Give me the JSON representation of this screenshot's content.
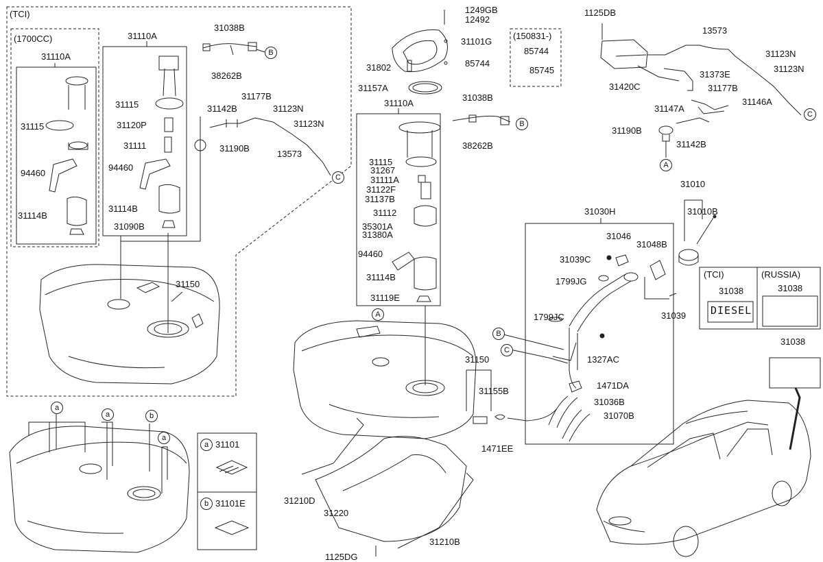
{
  "groups": {
    "tci": "(TCI)",
    "cc1700": "(1700CC)",
    "date_note": "(150831-)",
    "tci2": "(TCI)",
    "russia": "(RUSSIA)"
  },
  "callouts": {
    "B": "B",
    "C": "C",
    "A": "A",
    "a": "a",
    "b": "b"
  },
  "labels": {
    "p31110A_1": "31110A",
    "p31115_1": "31115",
    "p94460_1": "94460",
    "p31114B_1": "31114B",
    "p31110A_2": "31110A",
    "p31038B_1": "31038B",
    "p38262B_1": "38262B",
    "p31115_2": "31115",
    "p31120P": "31120P",
    "p31111": "31111",
    "p94460_2": "94460",
    "p31114B_2": "31114B",
    "p31090B": "31090B",
    "p31177B_1": "31177B",
    "p31142B_1": "31142B",
    "p31123N_1": "31123N",
    "p31123N_2": "31123N",
    "p31190B_1": "31190B",
    "p13573_1": "13573",
    "p31150_1": "31150",
    "p1249GB": "1249GB",
    "p12492": "12492",
    "p31101G": "31101G",
    "p31802": "31802",
    "p85744_1": "85744",
    "p31157A": "31157A",
    "p85744_2": "85744",
    "p85745": "85745",
    "p31110A_3": "31110A",
    "p31038B_2": "31038B",
    "p38262B_2": "38262B",
    "p31115_3": "31115",
    "p31267": "31267",
    "p31111A": "31111A",
    "p31122F": "31122F",
    "p31137B": "31137B",
    "p31112": "31112",
    "p35301A": "35301A",
    "p31380A": "31380A",
    "p94460_3": "94460",
    "p31114B_3": "31114B",
    "p31119E": "31119E",
    "p1125DB": "1125DB",
    "p13573_2": "13573",
    "p31123N_3": "31123N",
    "p31123N_4": "31123N",
    "p31420C": "31420C",
    "p31373E": "31373E",
    "p31177B_2": "31177B",
    "p31146A": "31146A",
    "p31147A": "31147A",
    "p31190B_2": "31190B",
    "p31142B_2": "31142B",
    "p31010": "31010",
    "p31010B": "31010B",
    "p31030H": "31030H",
    "p31046": "31046",
    "p31048B": "31048B",
    "p31039C": "31039C",
    "p1799JG": "1799JG",
    "p1799JC": "1799JC",
    "p1327AC": "1327AC",
    "p1471DA": "1471DA",
    "p31036B": "31036B",
    "p31070B": "31070B",
    "p31039": "31039",
    "p31038_tci": "31038",
    "p31038_rus": "31038",
    "p31038_label": "31038",
    "p31150_2": "31150",
    "p31155B": "31155B",
    "p1471EE": "1471EE",
    "p31210D": "31210D",
    "p31220": "31220",
    "p31210B": "31210B",
    "p1125DG": "1125DG",
    "p31101": "31101",
    "p31101E": "31101E"
  },
  "diesel_label": "DIESEL",
  "icons": [
    "fuel-tank",
    "fuel-pump-module",
    "fuel-filler-neck",
    "canister",
    "vehicle-suv"
  ]
}
